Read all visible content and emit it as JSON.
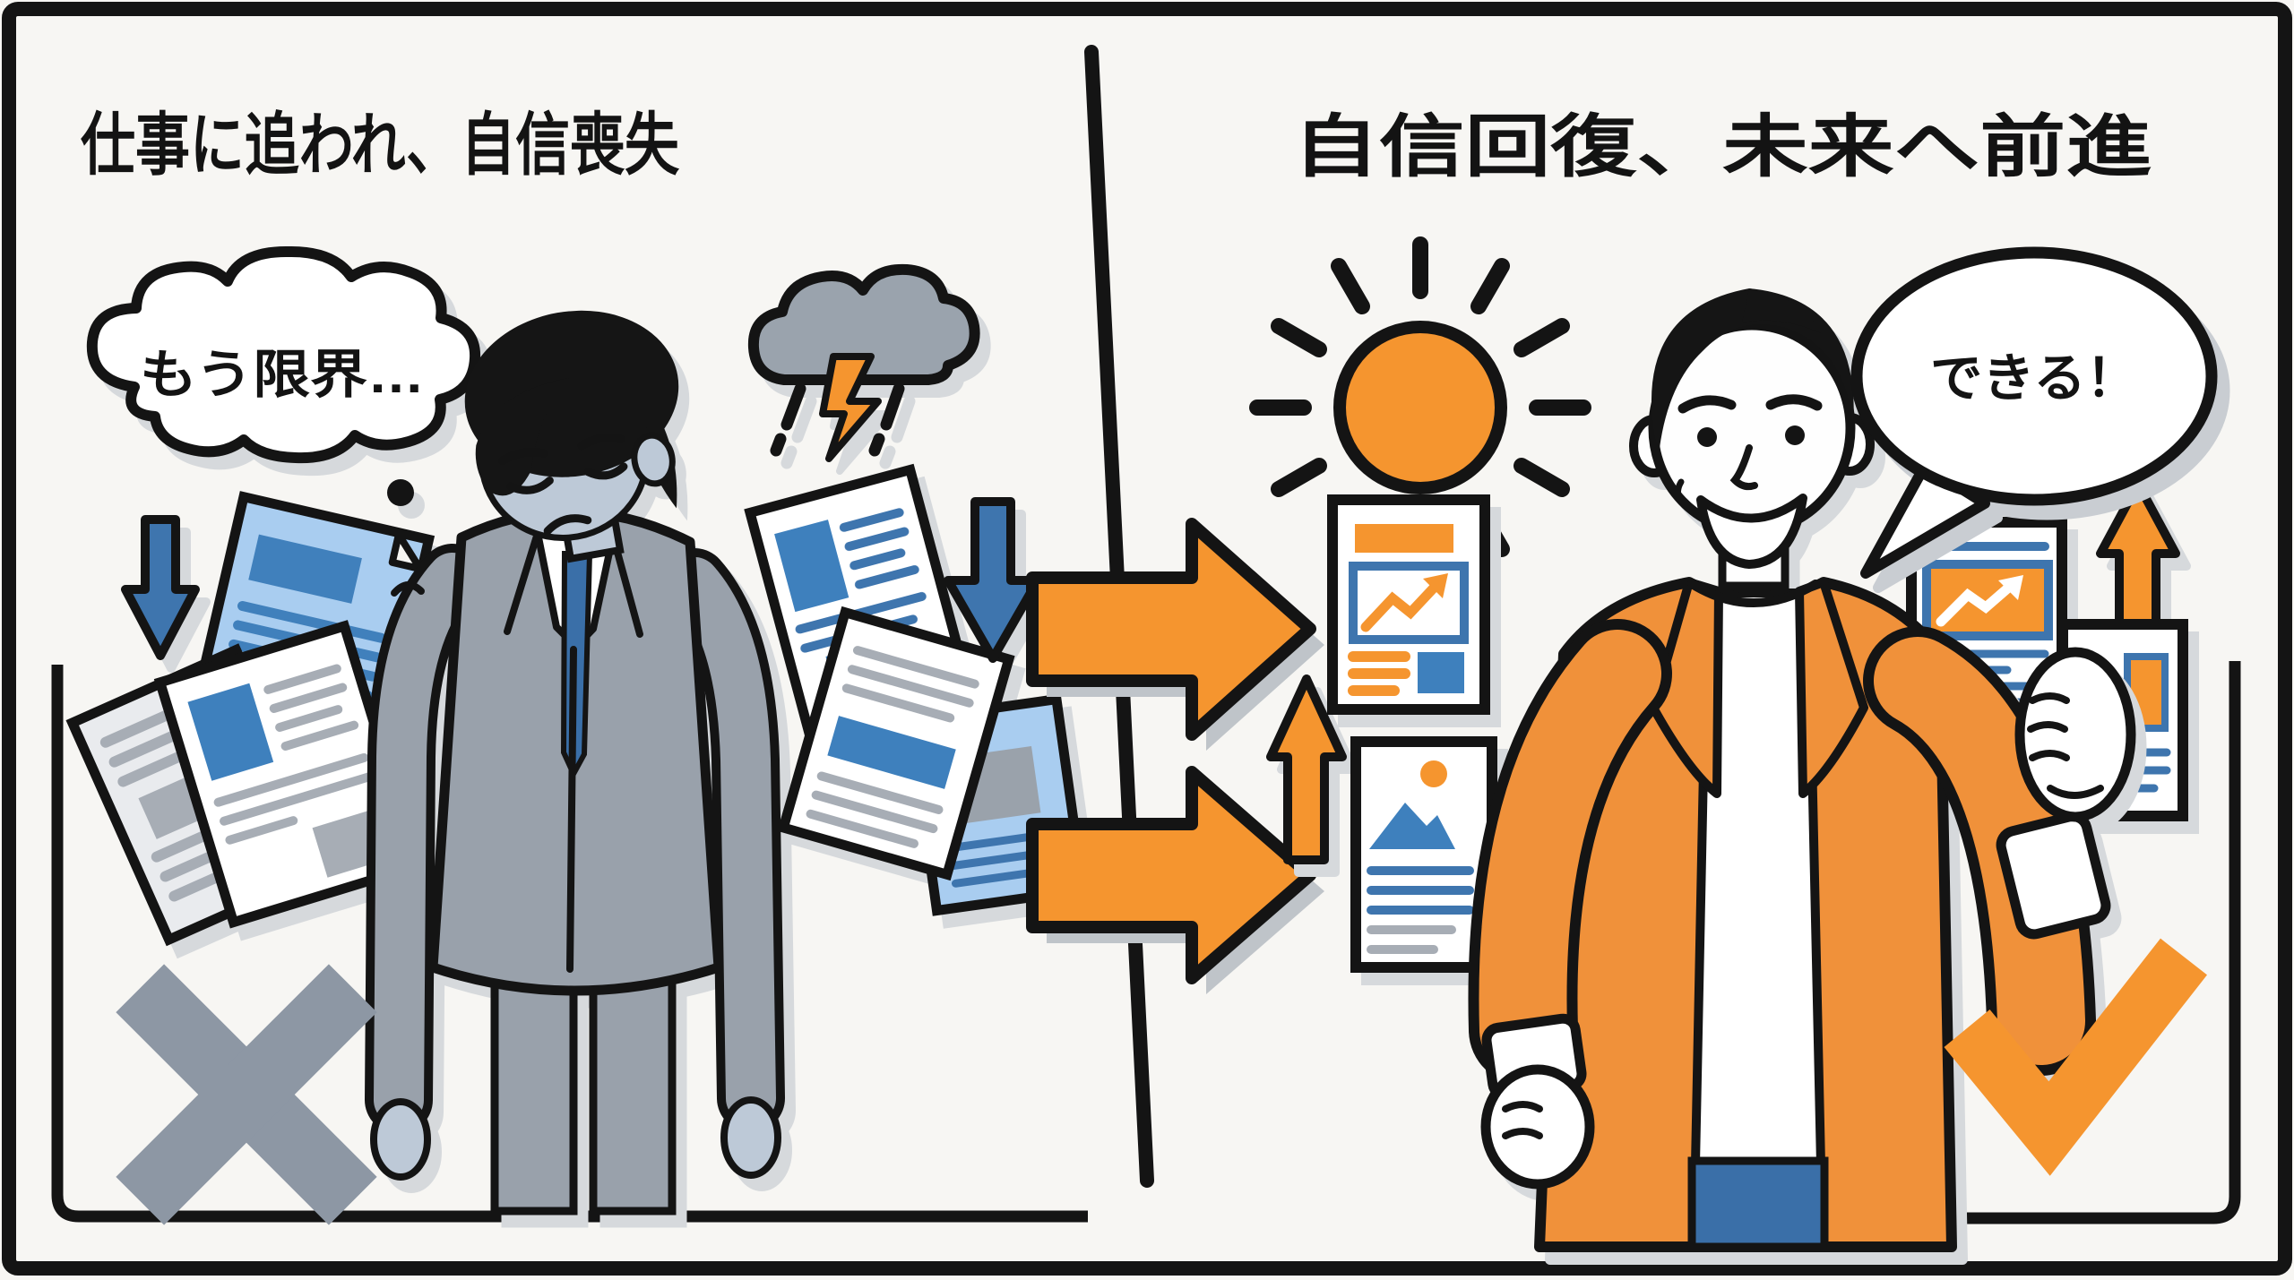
{
  "left_panel": {
    "title": "仕事に追われ、自信喪失",
    "thought_bubble_text": "もう限界…"
  },
  "right_panel": {
    "title": "自信回復、未来へ前進",
    "speech_bubble_text": "できる！"
  },
  "icons": {
    "left": [
      "thought-bubble-icon",
      "storm-cloud-icon",
      "lightning-icon",
      "rain-dash-icon",
      "blue-down-arrow-icon",
      "document-stack-icon",
      "cross-mark-icon",
      "sad-businessman-figure"
    ],
    "middle": [
      "divider-line",
      "orange-right-arrow-icon",
      "orange-right-arrow-icon"
    ],
    "right": [
      "sun-icon",
      "orange-up-arrow-icon",
      "chart-document-icon",
      "image-document-icon",
      "bar-document-icon",
      "speech-bubble-icon",
      "check-mark-icon",
      "happy-businessman-figure"
    ]
  },
  "colors": {
    "background": "#f7f6f3",
    "outline": "#141414",
    "orange": "#f5952f",
    "jacket_orange": "#f0913a",
    "blue": "#3e75ae",
    "doc_blue": "#3e80bd",
    "light_blue": "#a9cdf0",
    "gray": "#98a0aa",
    "light_gray_doc": "#e9ebee",
    "cross_gray": "#8d97a4",
    "pale_face": "#bdc9d7",
    "white": "#fdfdfd"
  }
}
